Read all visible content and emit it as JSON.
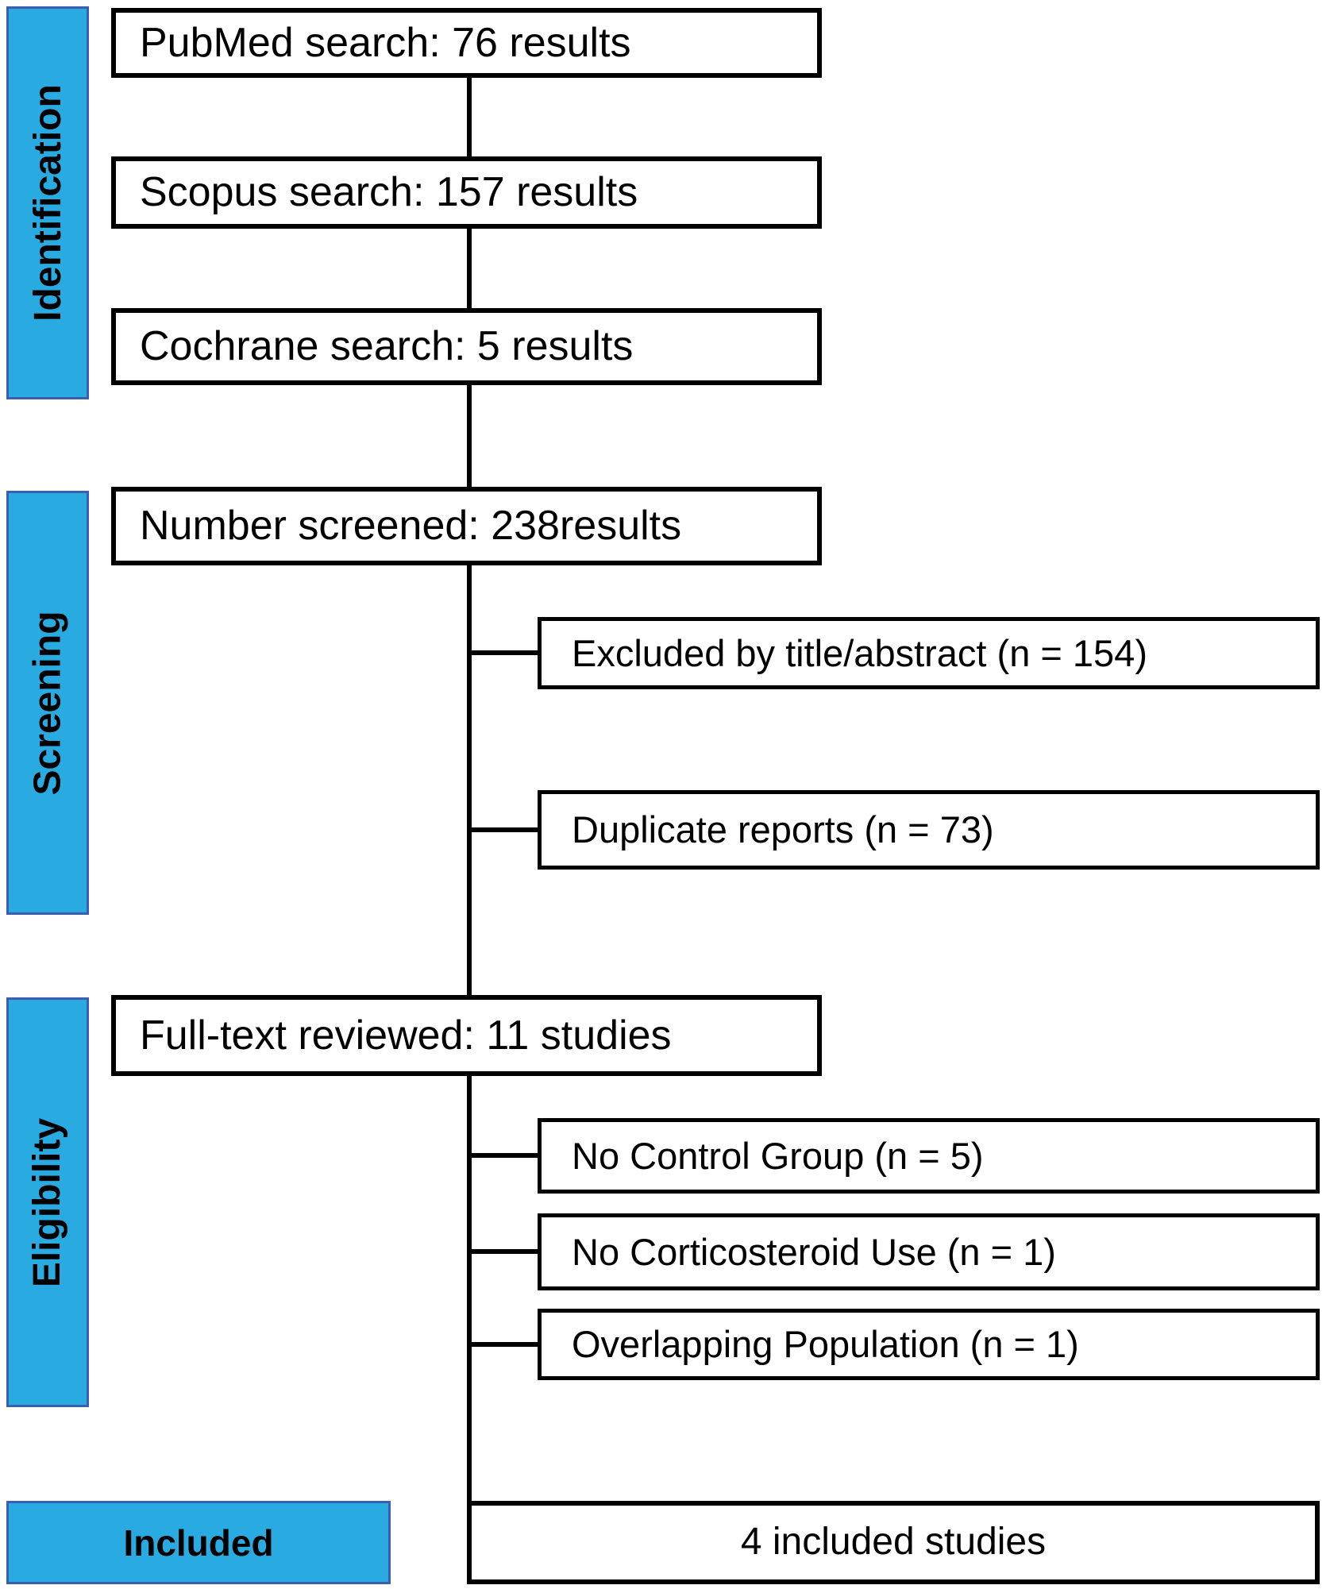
{
  "stages": {
    "identification": "Identification",
    "screening": "Screening",
    "eligibility": "Eligibility",
    "included": "Included"
  },
  "boxes": {
    "pubmed": "PubMed search: 76 results",
    "scopus": "Scopus search: 157 results",
    "cochrane": "Cochrane search: 5 results",
    "screened": "Number screened: 238results",
    "excluded_title_abstract": "Excluded by title/abstract (n = 154)",
    "duplicates": "Duplicate reports (n = 73)",
    "fulltext": "Full-text reviewed: 11 studies",
    "no_control": "No Control Group (n = 5)",
    "no_corticosteroid": "No Corticosteroid Use (n = 1)",
    "overlapping": "Overlapping Population (n = 1)",
    "included_studies": "4 included studies"
  },
  "colors": {
    "stage_fill": "#29abe2",
    "stage_border": "#3a5fae",
    "box_border": "#000000",
    "connector": "#000000"
  }
}
